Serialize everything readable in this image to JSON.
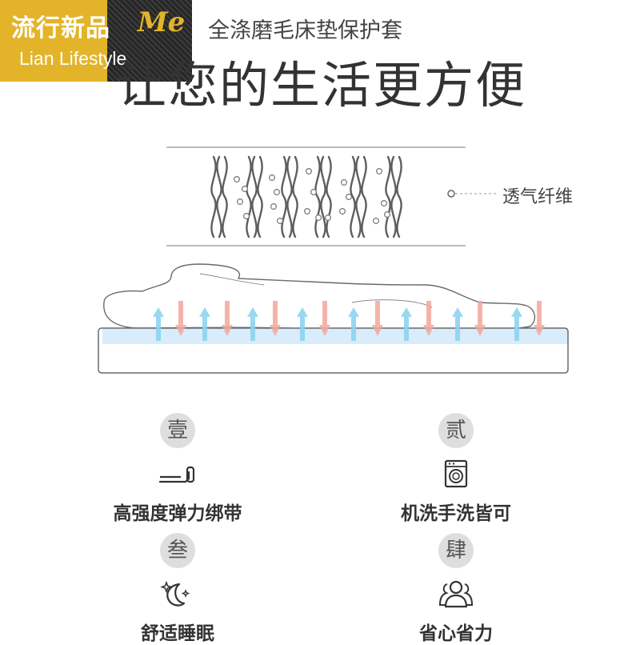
{
  "badge": {
    "title": "流行新品",
    "mark": "Me",
    "subtitle": "Lian Lifestyle",
    "accent_color": "#e3b429"
  },
  "header": {
    "subtitle": "全涤磨毛床垫保护套",
    "headline": "让您的生活更方便"
  },
  "diagram": {
    "fiber_label": "透气纤维",
    "cool_arrow_color": "#8fd3ee",
    "warm_arrow_color": "#f2a79b"
  },
  "features": [
    {
      "numeral": "壹",
      "icon": "strap-icon",
      "label": "高强度弹力绑带"
    },
    {
      "numeral": "贰",
      "icon": "washing-machine-icon",
      "label": "机洗手洗皆可"
    },
    {
      "numeral": "叁",
      "icon": "moon-stars-icon",
      "label": "舒适睡眠"
    },
    {
      "numeral": "肆",
      "icon": "people-icon",
      "label": "省心省力"
    }
  ]
}
